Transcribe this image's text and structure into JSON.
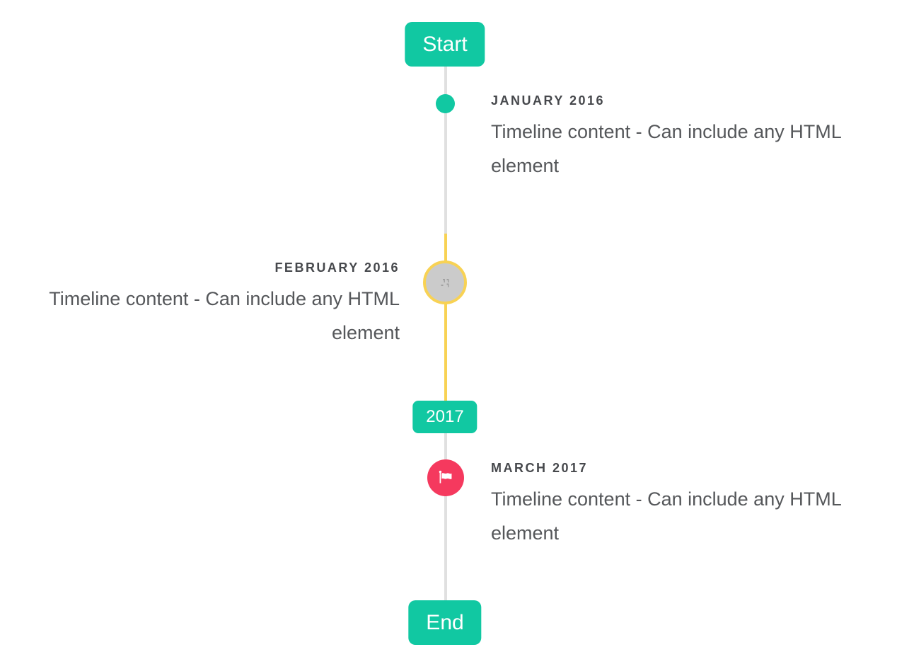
{
  "timeline": {
    "start_badge": "Start",
    "year_badge": "2017",
    "end_badge": "End",
    "events": [
      {
        "date": "JANUARY 2016",
        "content": "Timeline content - Can include any HTML element",
        "side": "right",
        "marker": "teal-dot"
      },
      {
        "date": "FEBRUARY 2016",
        "content": "Timeline content - Can include any HTML element",
        "side": "left",
        "marker": "image-placeholder-selected"
      },
      {
        "date": "MARCH 2017",
        "content": "Timeline content - Can include any HTML element",
        "side": "right",
        "marker": "flag"
      }
    ]
  },
  "colors": {
    "teal": "#11c8a2",
    "yellow": "#f8d254",
    "red": "#f5395e",
    "line_gray": "#e0e0e0",
    "marker_gray": "#cbcbcb",
    "label_color": "#46484c",
    "content_color": "#55575a",
    "badge_text": "#ffffff"
  }
}
